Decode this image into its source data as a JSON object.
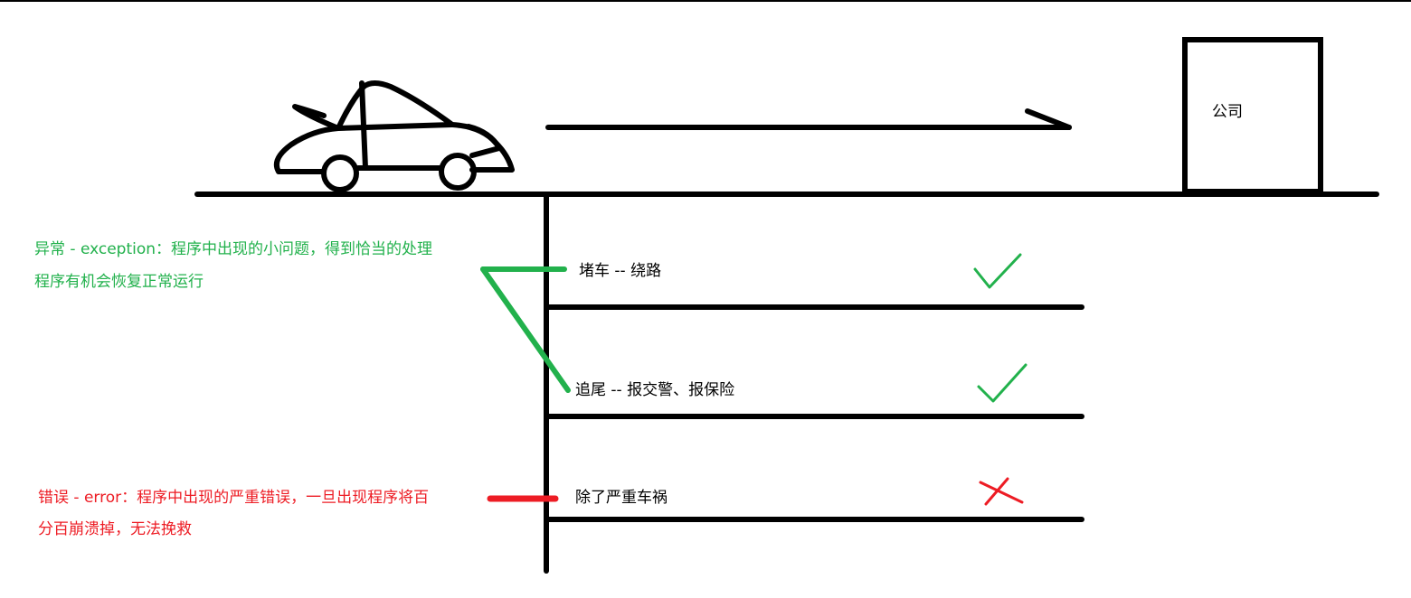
{
  "company_label": "公司",
  "exception_note": {
    "line1": "异常 - exception：程序中出现的小问题，得到恰当的处理",
    "line2": "程序有机会恢复正常运行"
  },
  "error_note": {
    "line1": "错误 - error：程序中出现的严重错误，一旦出现程序将百",
    "line2": "分百崩溃掉，无法挽救"
  },
  "scenarios": [
    {
      "label": "堵车 -- 绕路",
      "mark": "check"
    },
    {
      "label": "追尾 -- 报交警、报保险",
      "mark": "check"
    },
    {
      "label": "除了严重车祸",
      "mark": "cross"
    }
  ],
  "colors": {
    "ink": "#000000",
    "exception": "#22b14c",
    "error": "#ed1c24"
  }
}
